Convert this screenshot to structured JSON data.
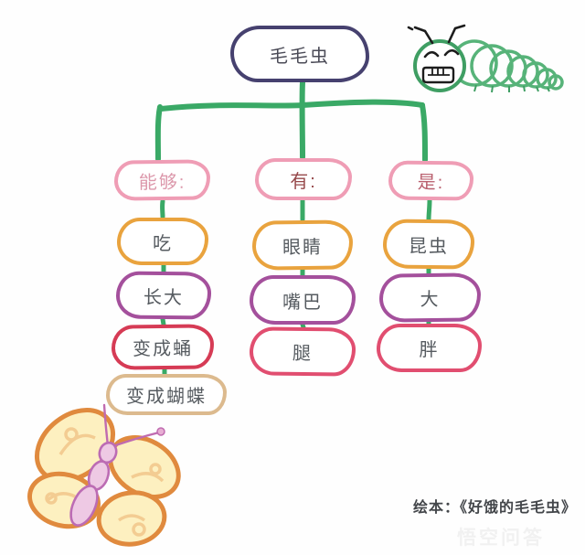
{
  "root": {
    "label": "毛毛虫"
  },
  "branches": [
    {
      "header": "能够:",
      "children": [
        "吃",
        "长大",
        "变成蛹",
        "变成蝴蝶"
      ]
    },
    {
      "header": "有:",
      "children": [
        "眼睛",
        "嘴巴",
        "腿"
      ]
    },
    {
      "header": "是:",
      "children": [
        "昆虫",
        "大",
        "胖"
      ]
    }
  ],
  "caption": "绘本：《好饿的毛毛虫》",
  "watermark": "悟空问答",
  "illustrations": {
    "caterpillar": "green smiling caterpillar with antennae and teeth",
    "butterfly": "yellow-winged butterfly with orange outline and pink body"
  },
  "colors": {
    "connector_green": "#3aa966",
    "root_border": "#46416f",
    "header_border": "#ef9db5",
    "header_text_can": "#dc98ab",
    "header_text_has": "#96484a",
    "header_text_is": "#b95f6e",
    "orange_border": "#e9a33e",
    "purple_border": "#a4509c",
    "red_border": "#d63b55",
    "rose_border": "#e14e70",
    "tan_border": "#dcba8e",
    "node_text": "#565b60",
    "caption_text": "#43464a"
  }
}
